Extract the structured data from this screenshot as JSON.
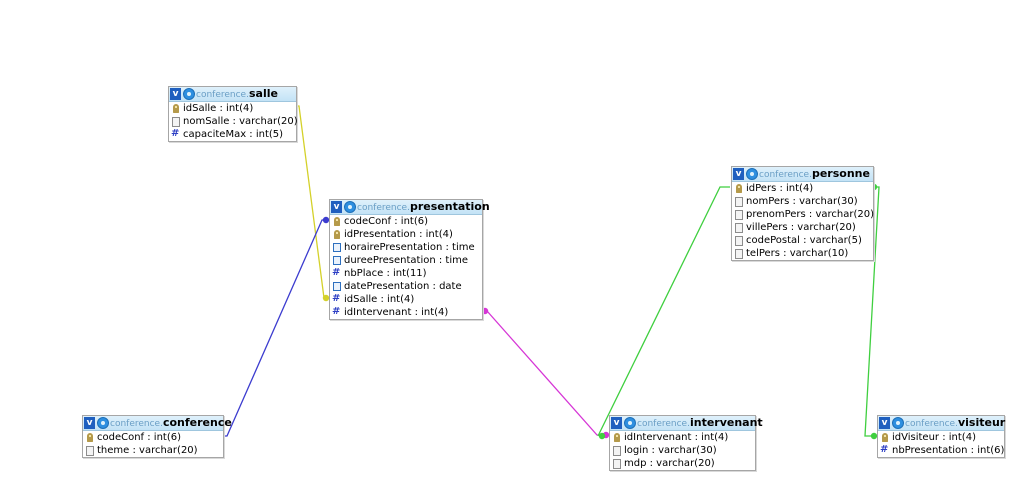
{
  "tables": [
    {
      "id": "salle",
      "schema": "conference.",
      "name": "salle",
      "columns": [
        {
          "icon": "key",
          "text": "idSalle : int(4)"
        },
        {
          "icon": "txt",
          "text": "nomSalle : varchar(20)"
        },
        {
          "icon": "num",
          "text": "capaciteMax : int(5)"
        }
      ]
    },
    {
      "id": "presentation",
      "schema": "conference.",
      "name": "presentation",
      "columns": [
        {
          "icon": "key",
          "text": "codeConf : int(6)"
        },
        {
          "icon": "key",
          "text": "idPresentation : int(4)"
        },
        {
          "icon": "clk",
          "text": "horairePresentation : time"
        },
        {
          "icon": "clk",
          "text": "dureePresentation : time"
        },
        {
          "icon": "num",
          "text": "nbPlace : int(11)"
        },
        {
          "icon": "clk",
          "text": "datePresentation : date"
        },
        {
          "icon": "num",
          "text": "idSalle : int(4)"
        },
        {
          "icon": "num",
          "text": "idIntervenant : int(4)"
        }
      ]
    },
    {
      "id": "personne",
      "schema": "conference.",
      "name": "personne",
      "columns": [
        {
          "icon": "key",
          "text": "idPers : int(4)"
        },
        {
          "icon": "txt",
          "text": "nomPers : varchar(30)"
        },
        {
          "icon": "txt",
          "text": "prenomPers : varchar(20)"
        },
        {
          "icon": "txt",
          "text": "villePers : varchar(20)"
        },
        {
          "icon": "txt",
          "text": "codePostal : varchar(5)"
        },
        {
          "icon": "txt",
          "text": "telPers : varchar(10)"
        }
      ]
    },
    {
      "id": "conference",
      "schema": "conference.",
      "name": "conference",
      "columns": [
        {
          "icon": "key",
          "text": "codeConf : int(6)"
        },
        {
          "icon": "txt",
          "text": "theme : varchar(20)"
        }
      ]
    },
    {
      "id": "intervenant",
      "schema": "conference.",
      "name": "intervenant",
      "columns": [
        {
          "icon": "key",
          "text": "idIntervenant : int(4)"
        },
        {
          "icon": "txt",
          "text": "login : varchar(30)"
        },
        {
          "icon": "txt",
          "text": "mdp : varchar(20)"
        }
      ]
    },
    {
      "id": "visiteur",
      "schema": "conference.",
      "name": "visiteur",
      "columns": [
        {
          "icon": "key",
          "text": "idVisiteur : int(4)"
        },
        {
          "icon": "num",
          "text": "nbPresentation : int(6)"
        }
      ]
    }
  ],
  "badge": "v",
  "relations": [
    {
      "from": "salle",
      "to": "presentation",
      "color": "#d4d12a"
    },
    {
      "from": "conference",
      "to": "presentation",
      "color": "#3c3ccf"
    },
    {
      "from": "presentation",
      "to": "intervenant",
      "color": "#d636d6"
    },
    {
      "from": "personne",
      "to": "intervenant",
      "color": "#3fcf3f"
    },
    {
      "from": "personne",
      "to": "visiteur",
      "color": "#3fcf3f"
    }
  ]
}
